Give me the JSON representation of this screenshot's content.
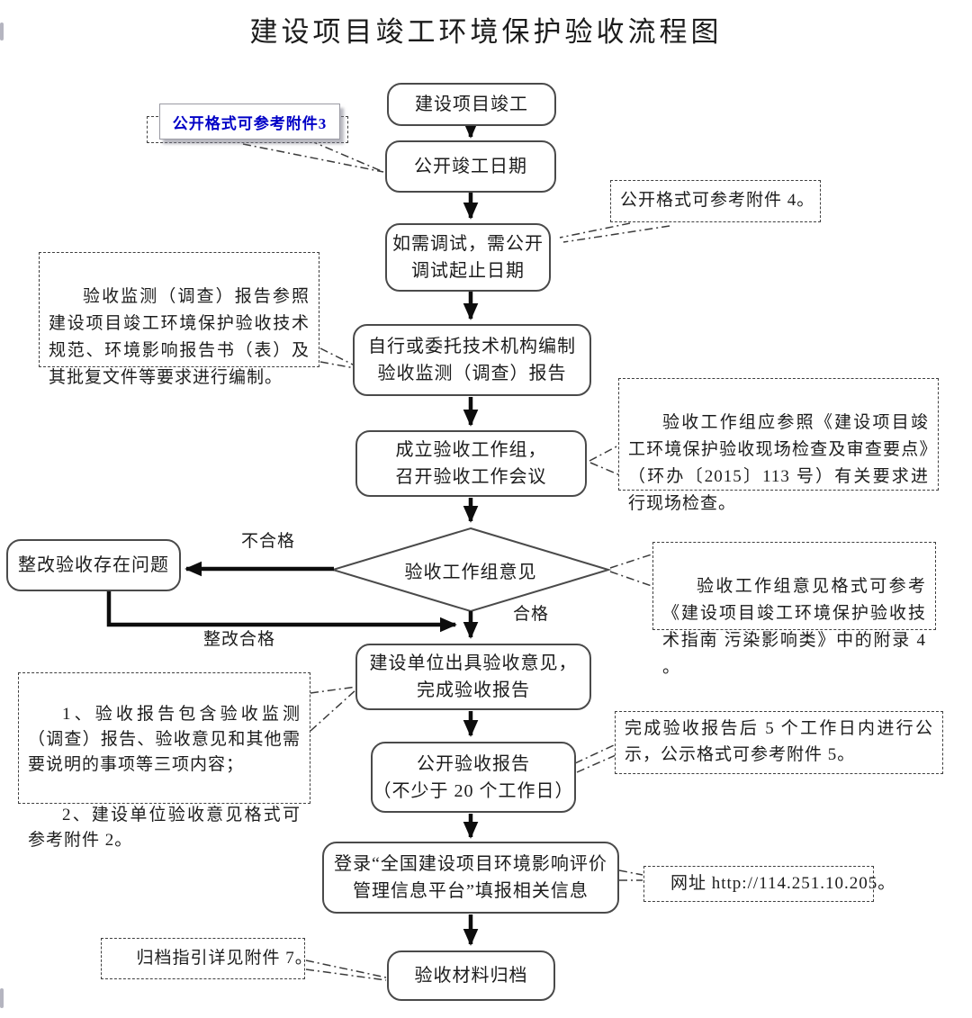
{
  "title": "建设项目竣工环境保护验收流程图",
  "colors": {
    "accent_blue": "#0000c6",
    "line_black": "#0d0d0d",
    "box_border": "#4a4a4a"
  },
  "flow": {
    "nodes": [
      {
        "id": "project-completion",
        "label": "建设项目竣工"
      },
      {
        "id": "publish-completion-date",
        "label": "公开竣工日期"
      },
      {
        "id": "debug-period",
        "label": "如需调试，需公开\n调试起止日期"
      },
      {
        "id": "compile-report",
        "label": "自行或委托技术机构编制\n验收监测（调查）报告"
      },
      {
        "id": "workgroup-meeting",
        "label": "成立验收工作组，\n召开验收工作会议"
      },
      {
        "id": "workgroup-decision",
        "label": "验收工作组意见"
      },
      {
        "id": "rectify-problems",
        "label": "整改验收存在问题"
      },
      {
        "id": "issue-opinion",
        "label": "建设单位出具验收意见，\n完成验收报告"
      },
      {
        "id": "publicize-report",
        "label": "公开验收报告\n（不少于 20 个工作日）"
      },
      {
        "id": "login-platform",
        "label": "登录“全国建设项目环境影响评价\n管理信息平台”填报相关信息"
      },
      {
        "id": "archive-materials",
        "label": "验收材料归档"
      }
    ],
    "edge_labels": {
      "fail": "不合格",
      "pass": "合格",
      "rectified": "整改合格"
    }
  },
  "annotations": [
    {
      "id": "attachment3-note",
      "text": "公开格式可参考附件3"
    },
    {
      "id": "attachment4-note",
      "text": "公开格式可参考附件 4。"
    },
    {
      "id": "monitoring-basis-note",
      "text": "验收监测（调查）报告参照建设项目竣工环境保护验收技术规范、环境影响报告书（表）及其批复文件等要求进行编制。"
    },
    {
      "id": "site-check-note",
      "text": "验收工作组应参照《建设项目竣工环境保护验收现场检查及审查要点》（环办〔2015〕113 号）有关要求进行现场检查。"
    },
    {
      "id": "opinion-format-note",
      "text": "验收工作组意见格式可参考《建设项目竣工环境保护验收技术指南 污染影响类》中的附录 4 。"
    },
    {
      "id": "report-content-note",
      "lines": [
        "1、验收报告包含验收监测（调查）报告、验收意见和其他需要说明的事项等三项内容；",
        "2、建设单位验收意见格式可参考附件 2。"
      ]
    },
    {
      "id": "publicity-period-note",
      "text": "完成验收报告后 5 个工作日内进行公示，公示格式可参考附件 5。"
    },
    {
      "id": "website-note",
      "text": "网址 http://114.251.10.205。"
    },
    {
      "id": "archive-guide-note",
      "text": "归档指引详见附件 7。"
    }
  ]
}
